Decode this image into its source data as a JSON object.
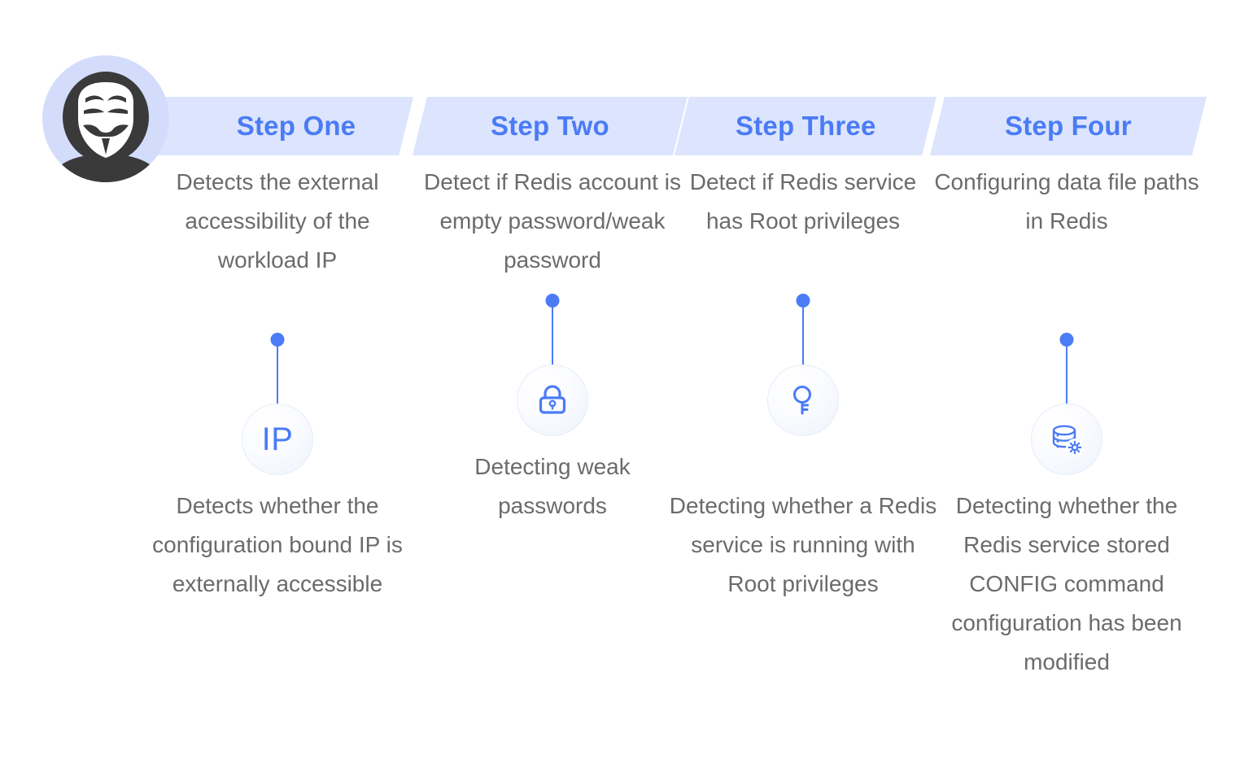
{
  "colors": {
    "banner_bg": "#dce5fd",
    "accent_blue": "#4b7bf5",
    "body_text": "#6b6b6b",
    "avatar_bg": "#d3ddfb",
    "avatar_dark": "#3a3a3a",
    "page_bg": "#ffffff"
  },
  "avatar": {
    "icon_name": "anonymous-hacker-avatar"
  },
  "steps": [
    {
      "label": "Step One",
      "description_top": "Detects the external accessibility of the workload IP",
      "icon_name": "ip-icon",
      "icon_text": "IP",
      "description_bottom": "Detects whether the configuration bound IP is externally accessible"
    },
    {
      "label": "Step Two",
      "description_top": "Detect if Redis account is empty password/weak password",
      "icon_name": "lock-icon",
      "icon_text": "",
      "description_bottom": "Detecting weak passwords"
    },
    {
      "label": "Step Three",
      "description_top": "Detect if Redis service has Root privileges",
      "icon_name": "key-icon",
      "icon_text": "",
      "description_bottom": "Detecting whether a Redis service is running with Root privileges"
    },
    {
      "label": "Step Four",
      "description_top": "Configuring data file paths in Redis",
      "icon_name": "database-gear-icon",
      "icon_text": "",
      "description_bottom": "Detecting whether the Redis service stored CONFIG command configuration has been modified"
    }
  ]
}
